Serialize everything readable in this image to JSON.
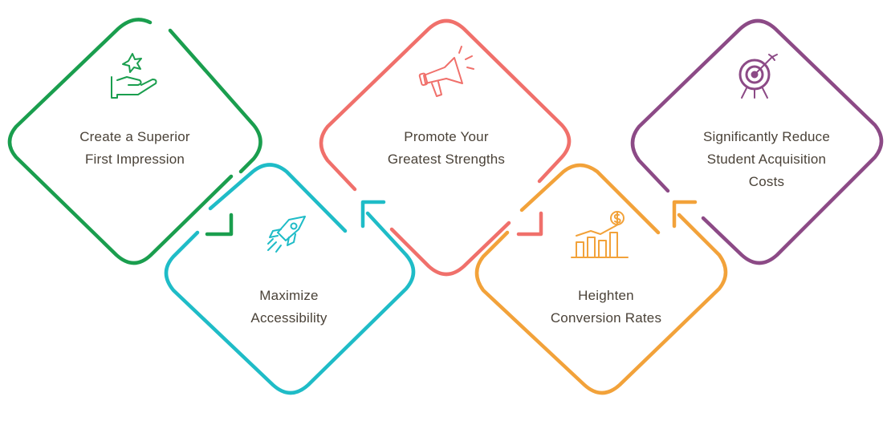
{
  "steps": [
    {
      "id": "s1",
      "line1": "Create a Superior",
      "line2": "First Impression",
      "icon": "hand-star-icon",
      "color": "#1a9e4e"
    },
    {
      "id": "s2",
      "line1": "Maximize",
      "line2": "Accessibility",
      "icon": "rocket-icon",
      "color": "#1fbcc7"
    },
    {
      "id": "s3",
      "line1": "Promote Your",
      "line2": "Greatest Strengths",
      "icon": "megaphone-icon",
      "color": "#f0706b"
    },
    {
      "id": "s4",
      "line1": "Heighten",
      "line2": "Conversion Rates",
      "icon": "chart-dollar-icon",
      "color": "#f2a23a"
    },
    {
      "id": "s5",
      "line1": "Significantly Reduce",
      "line2": "Student Acquisition",
      "line3": "Costs",
      "icon": "target-icon",
      "color": "#8c4a86"
    }
  ]
}
